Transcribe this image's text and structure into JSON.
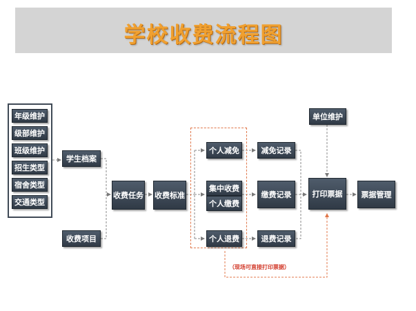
{
  "title": "学校收费流程图",
  "group": [
    "年级维护",
    "级部维护",
    "班级维护",
    "招生类型",
    "宿舍类型",
    "交通类型"
  ],
  "nodes": {
    "student_file": "学生档案",
    "fee_item": "收费项目",
    "fee_task": "收费任务",
    "fee_standard": "收费标准",
    "personal_reduce": "个人减免",
    "group_fee": "集中收费",
    "personal_fee": "个人缴费",
    "personal_refund": "个人退费",
    "reduce_record": "减免记录",
    "pay_record": "缴费记录",
    "refund_record": "退费记录",
    "unit_maintain": "单位维护",
    "print_invoice": "打印票据",
    "invoice_manage": "票据管理"
  },
  "note": "（现场可直接打印票据）",
  "colors": {
    "title": "#f0a030",
    "node": "#3c4756",
    "connector": "#8a8a8a",
    "dashed": "#e0774a",
    "note": "#d23a2a"
  }
}
